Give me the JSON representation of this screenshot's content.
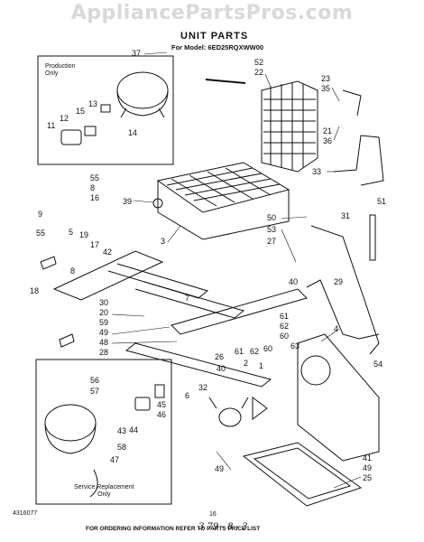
{
  "watermark": "AppliancePartsPros.com",
  "title": "UNIT PARTS",
  "model": "For Model: 6ED25RQXWW00",
  "production_box": {
    "line1": "Production",
    "line2": "Only"
  },
  "service_box": {
    "line1": "Service Replacement",
    "line2": "Only"
  },
  "footer": "FOR ORDERING INFORMATION REFER TO PARTS PRICE LIST",
  "doc_code": "4316077",
  "page_number": "16",
  "handwritten": "3 79 - 8 - 3",
  "callouts": [
    "37",
    "52",
    "22",
    "23",
    "35",
    "21",
    "36",
    "33",
    "13",
    "15",
    "14",
    "12",
    "11",
    "55",
    "8",
    "16",
    "9",
    "19",
    "17",
    "5",
    "42",
    "39",
    "3",
    "51",
    "31",
    "50",
    "53",
    "27",
    "29",
    "40",
    "7",
    "30",
    "20",
    "59",
    "49",
    "48",
    "61",
    "62",
    "60",
    "63",
    "4",
    "54",
    "18",
    "28",
    "26",
    "2",
    "1",
    "56",
    "57",
    "44",
    "45",
    "46",
    "43",
    "6",
    "32",
    "58",
    "47",
    "41",
    "25"
  ]
}
